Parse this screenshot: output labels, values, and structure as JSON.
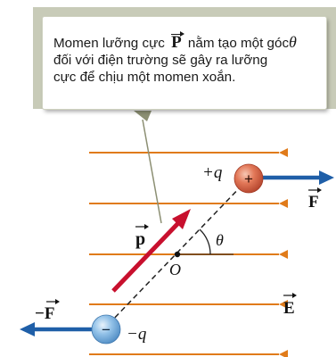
{
  "callout": {
    "line1_before": "Momen lưỡng cực",
    "dipole_symbol": "P",
    "line1_after": "nằm tạo một góc",
    "theta": "θ",
    "line2": "đối với điện trường sẽ gây ra lưỡng",
    "line3": "cực để chịu một momen xoắn."
  },
  "labels": {
    "plus_q": "+q",
    "minus_q": "−q",
    "force_positive": "F",
    "force_negative": "−F",
    "dipole_vector": "p",
    "origin": "O",
    "angle": "θ",
    "field": "E",
    "positive_charge_sign": "+",
    "negative_charge_sign": "−"
  },
  "colors": {
    "field_lines": "#e07b1a",
    "dipole_arrow": "#c8102e",
    "force_arrows": "#1f5fa8",
    "positive_charge": "#d9664a",
    "negative_charge": "#6fa8d8",
    "callout_frame": "#c8cbb8",
    "pointer": "#8c8f73"
  }
}
